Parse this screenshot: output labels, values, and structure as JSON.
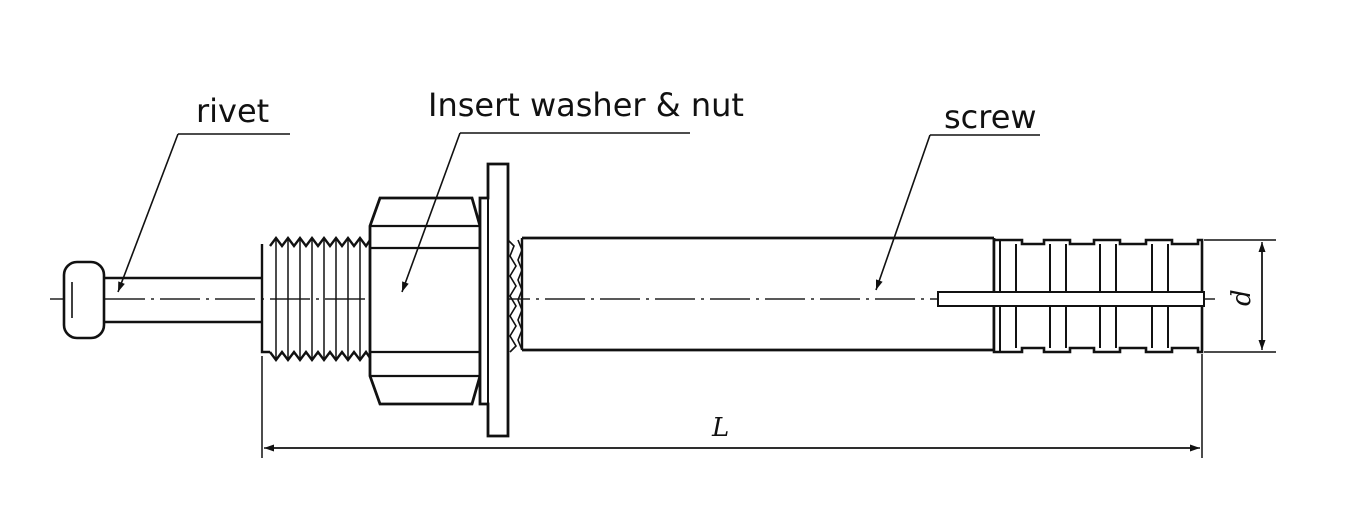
{
  "labels": {
    "rivet": "rivet",
    "washer_nut": "Insert washer & nut",
    "screw": "screw"
  },
  "dimensions": {
    "length": "L",
    "diameter": "d"
  }
}
